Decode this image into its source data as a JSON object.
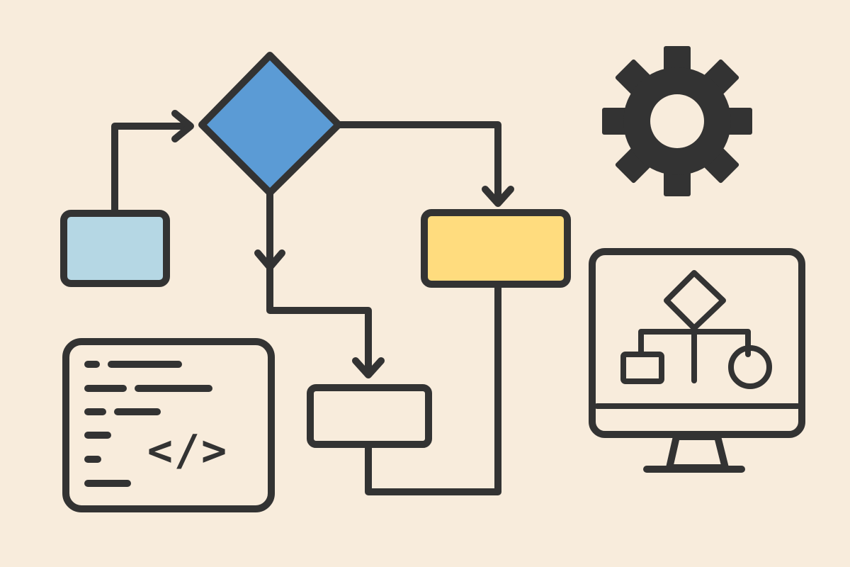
{
  "colors": {
    "background": "#f8ecdc",
    "ink": "#333333",
    "start_box_fill": "#b5d7e4",
    "decision_fill": "#5b9bd5",
    "process_fill": "#ffdc7e",
    "plain_fill": "#f8ecdc"
  },
  "nodes": [
    {
      "id": "start-box",
      "shape": "rectangle",
      "fill": "start_box_fill"
    },
    {
      "id": "decision",
      "shape": "diamond",
      "fill": "decision_fill"
    },
    {
      "id": "process-box",
      "shape": "rectangle",
      "fill": "process_fill"
    },
    {
      "id": "merge-box",
      "shape": "rectangle",
      "fill": "plain_fill"
    }
  ],
  "edges": [
    {
      "from": "start-box",
      "to": "decision",
      "arrow": true
    },
    {
      "from": "decision",
      "to": "process-box",
      "arrow": true
    },
    {
      "from": "decision",
      "to": "merge-box",
      "arrow": true
    },
    {
      "from": "process-box",
      "to": "merge-box",
      "arrow": false
    }
  ],
  "code_window": {
    "tag_text": "</>"
  },
  "icons": {
    "settings": "gear-icon",
    "monitor": "monitor-icon",
    "code": "code-window-icon"
  }
}
